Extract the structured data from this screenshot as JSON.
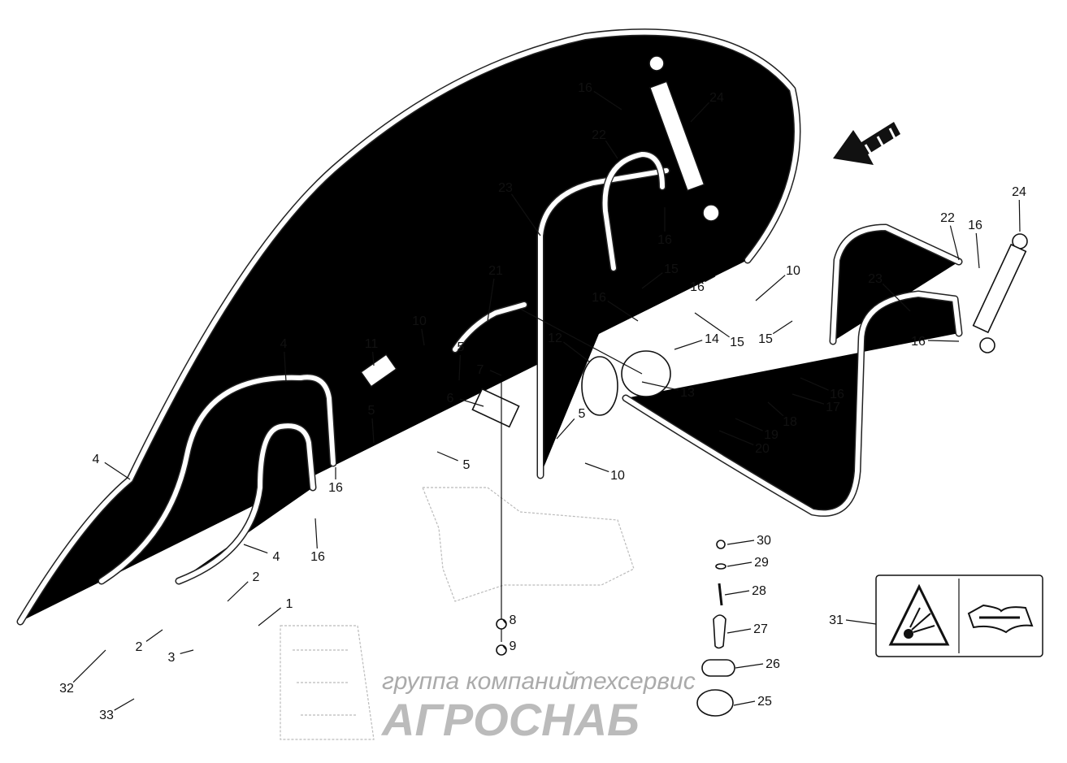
{
  "watermark": {
    "line1": "группа компаний",
    "line2": "АГРОСНАБ",
    "line3": "техсервис"
  },
  "part_labels": [
    "16",
    "24",
    "22",
    "23",
    "16",
    "24",
    "22",
    "16",
    "23",
    "15",
    "16",
    "10",
    "16",
    "21",
    "15",
    "15",
    "16",
    "10",
    "11",
    "5",
    "12",
    "14",
    "7",
    "6",
    "13",
    "16",
    "17",
    "18",
    "19",
    "20",
    "4",
    "5",
    "5",
    "5",
    "10",
    "16",
    "4",
    "4",
    "16",
    "2",
    "1",
    "2",
    "3",
    "32",
    "33",
    "30",
    "29",
    "28",
    "27",
    "26",
    "25",
    "8",
    "9",
    "31"
  ],
  "warning_decal": {
    "icons": [
      "explosion-warning-icon",
      "read-manual-icon"
    ]
  },
  "direction_arrow": "travel-direction-arrow-icon"
}
